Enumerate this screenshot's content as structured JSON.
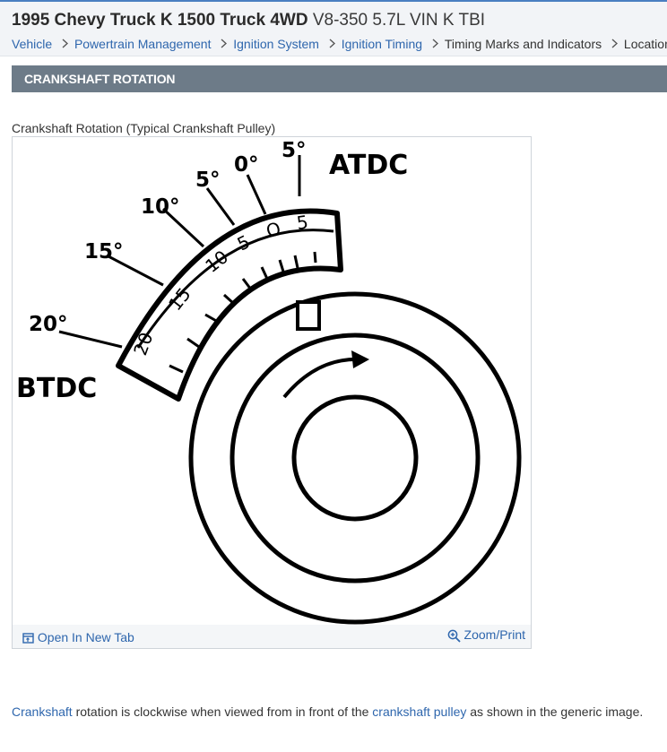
{
  "header": {
    "title_bold": "1995 Chevy Truck K 1500 Truck 4WD",
    "title_rest": "V8-350 5.7L VIN K TBI"
  },
  "breadcrumb": [
    {
      "label": "Vehicle",
      "link": true
    },
    {
      "label": "Powertrain Management",
      "link": true
    },
    {
      "label": "Ignition System",
      "link": true
    },
    {
      "label": "Ignition Timing",
      "link": true
    },
    {
      "label": "Timing Marks and Indicators",
      "link": false
    },
    {
      "label": "Locations",
      "link": false
    }
  ],
  "section": {
    "title": "CRANKSHAFT ROTATION"
  },
  "figure": {
    "caption": "Crankshaft Rotation (Typical Crankshaft Pulley)",
    "labels": {
      "atdc": "ATDC",
      "btdc": "BTDC",
      "deg_5_atdc": "5°",
      "deg_0": "0°",
      "deg_5": "5°",
      "deg_10": "10°",
      "deg_15": "15°",
      "deg_20": "20°",
      "scale_20": "20",
      "scale_15": "15",
      "scale_10": "10",
      "scale_5": "5",
      "scale_0": "O",
      "scale_5b": "5"
    },
    "open_tab_label": "Open In New Tab",
    "zoom_label": "Zoom/Print"
  },
  "body": {
    "link1": "Crankshaft",
    "text1": " rotation is clockwise when viewed from in front of the ",
    "link2": "crankshaft pulley",
    "text2": " as shown in the generic image."
  },
  "colors": {
    "accent_link": "#2e66ad",
    "section_bar": "#6d7b88",
    "header_bg": "#f2f4f7"
  }
}
